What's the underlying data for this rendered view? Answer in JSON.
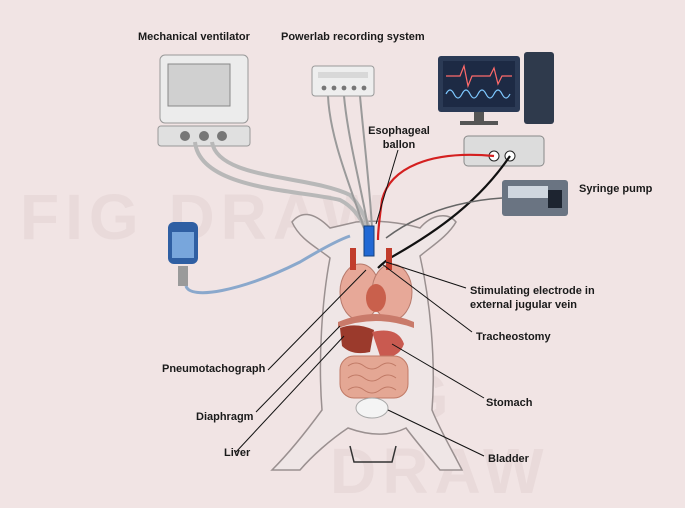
{
  "labels": {
    "ventilator": "Mechanical ventilator",
    "powerlab": "Powerlab recording system",
    "esophageal_line1": "Esophageal",
    "esophageal_line2": "ballon",
    "syringe_pump": "Syringe pump",
    "electrode_line1": "Stimulating electrode in",
    "electrode_line2": "external jugular vein",
    "tracheostomy": "Tracheostomy",
    "pneumotachograph": "Pneumotachograph",
    "diaphragm": "Diaphragm",
    "liver": "Liver",
    "stomach": "Stomach",
    "bladder": "Bladder"
  },
  "watermark": "FIG DRAW",
  "colors": {
    "background": "#f1e4e4",
    "red_wire": "#d42020",
    "black_wire": "#111111",
    "tube": "#b8b8b8",
    "organ": "#d98a7a"
  }
}
